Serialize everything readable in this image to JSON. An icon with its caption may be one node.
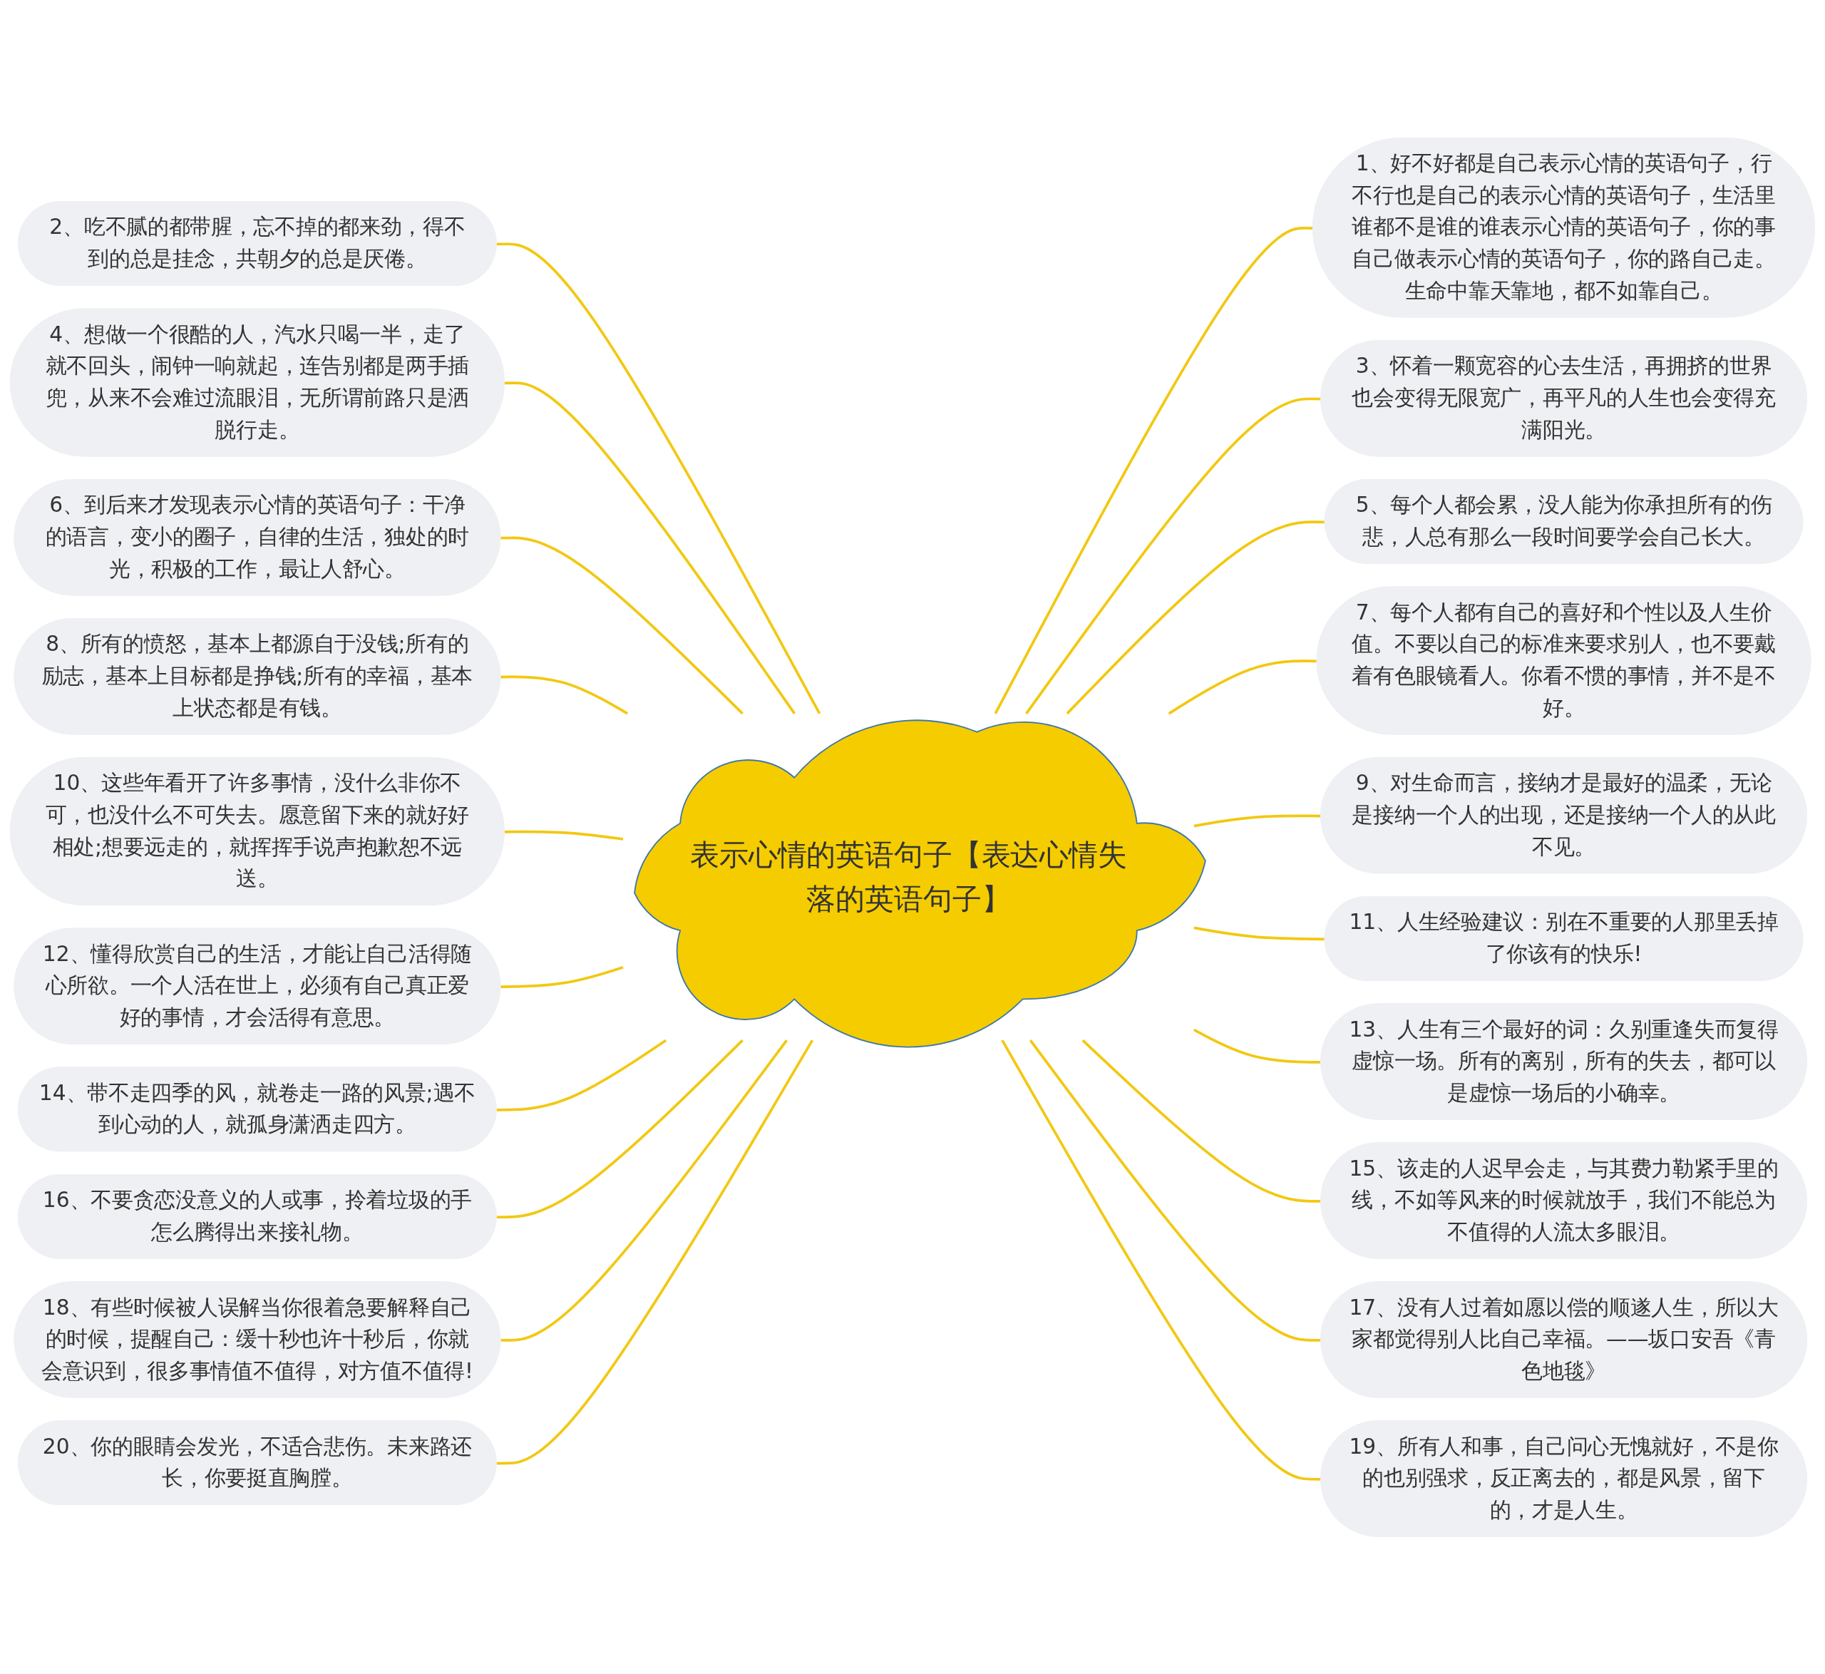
{
  "diagram": {
    "nodes": [
      {
        "text": [
          "表示心情的英语句子【表达心情失落的英语句子】"
        ]
      },
      {
        "text": [
          "1、好不好都是自己表示心情的英语句子，行不行也是自己的表示心情的英语句子，生活里谁都不是谁的谁表示心情的英语句子，你的事自己做表示心情的英语句子，你的路自己走。生命中靠天靠地，都不如靠自己。"
        ]
      },
      {
        "text": [
          "2、吃不腻的都带腥，忘不掉的都来劲，得不到的总是挂念，共朝夕的总是厌倦。"
        ]
      },
      {
        "text": [
          "3、怀着一颗宽容的心去生活，再拥挤的世界也会变得无限宽广，再平凡的人生也会变得充满阳光。"
        ]
      },
      {
        "text": [
          "4、想做一个很酷的人，汽水只喝一半，走了就不回头，闹钟一响就起，连告别都是两手插兜，从来不会难过流眼泪，无所谓前路只是洒脱行走。"
        ]
      },
      {
        "text": [
          "5、每个人都会累，没人能为你承担所有的伤悲，人总有那么一段时间要学会自己长大。"
        ]
      },
      {
        "text": [
          "6、到后来才发现表示心情的英语句子：干净的语言，变小的圈子，自律的生活，独处的时光，积极的工作，最让人舒心。"
        ]
      },
      {
        "text": [
          "7、每个人都有自己的喜好和个性以及人生价值。不要以自己的标准来要求别人，也不要戴着有色眼镜看人。你看不惯的事情，并不是不好。"
        ]
      },
      {
        "text": [
          "8、所有的愤怒，基本上都源自于没钱;所有的励志，基本上目标都是挣钱;所有的幸福，基本上状态都是有钱。"
        ]
      },
      {
        "text": [
          "9、对生命而言，接纳才是最好的温柔，无论是接纳一个人的出现，还是接纳一个人的从此不见。"
        ]
      },
      {
        "text": [
          "10、这些年看开了许多事情，没什么非你不可，也没什么不可失去。愿意留下来的就好好相处;想要远走的，就挥挥手说声抱歉恕不远送。"
        ]
      },
      {
        "text": [
          "11、人生经验建议：别在不重要的人那里丢掉了你该有的快乐!"
        ]
      },
      {
        "text": [
          "12、懂得欣赏自己的生活，才能让自己活得随心所欲。一个人活在世上，必须有自己真正爱好的事情，才会活得有意思。"
        ]
      },
      {
        "text": [
          "13、人生有三个最好的词：久别重逢失而复得虚惊一场。所有的离别，所有的失去，都可以是虚惊一场后的小确幸。"
        ]
      },
      {
        "text": [
          "14、带不走四季的风，就卷走一路的风景;遇不到心动的人，就孤身潇洒走四方。"
        ]
      },
      {
        "text": [
          "15、该走的人迟早会走，与其费力勒紧手里的线，不如等风来的时候就放手，我们不能总为不值得的人流太多眼泪。"
        ]
      },
      {
        "text": [
          "16、不要贪恋没意义的人或事，拎着垃圾的手怎么腾得出来接礼物。"
        ]
      },
      {
        "text": [
          "17、没有人过着如愿以偿的顺遂人生，所以大家都觉得别人比自己幸福。——坂口安吾《青色地毯》"
        ]
      },
      {
        "text": [
          "18、有些时候被人误解当你很着急要解释自己的时候，提醒自己：缓十秒也许十秒后，你就会意识到，很多事情值不值得，对方值不值得!"
        ]
      },
      {
        "text": [
          "19、所有人和事，自己问心无愧就好，不是你的也别强求，反正离去的，都是风景，留下的，才是人生。"
        ]
      },
      {
        "text": [
          "20、你的眼睛会发光，不适合悲伤。未来路还长，你要挺直胸膛。"
        ]
      }
    ],
    "edges": [
      {
        "from": 0,
        "to": 1,
        "arrow": "none"
      },
      {
        "from": 0,
        "to": 2,
        "arrow": "none"
      },
      {
        "from": 0,
        "to": 3,
        "arrow": "none"
      },
      {
        "from": 0,
        "to": 4,
        "arrow": "none"
      },
      {
        "from": 0,
        "to": 5,
        "arrow": "none"
      },
      {
        "from": 0,
        "to": 6,
        "arrow": "none"
      },
      {
        "from": 0,
        "to": 7,
        "arrow": "none"
      },
      {
        "from": 0,
        "to": 8,
        "arrow": "none"
      },
      {
        "from": 0,
        "to": 9,
        "arrow": "none"
      },
      {
        "from": 0,
        "to": 10,
        "arrow": "none"
      },
      {
        "from": 0,
        "to": 11,
        "arrow": "none"
      },
      {
        "from": 0,
        "to": 12,
        "arrow": "none"
      },
      {
        "from": 0,
        "to": 13,
        "arrow": "none"
      },
      {
        "from": 0,
        "to": 14,
        "arrow": "none"
      },
      {
        "from": 0,
        "to": 15,
        "arrow": "none"
      },
      {
        "from": 0,
        "to": 16,
        "arrow": "none"
      },
      {
        "from": 0,
        "to": 17,
        "arrow": "none"
      },
      {
        "from": 0,
        "to": 18,
        "arrow": "none"
      },
      {
        "from": 0,
        "to": 19,
        "arrow": "none"
      },
      {
        "from": 0,
        "to": 20,
        "arrow": "none"
      }
    ]
  }
}
